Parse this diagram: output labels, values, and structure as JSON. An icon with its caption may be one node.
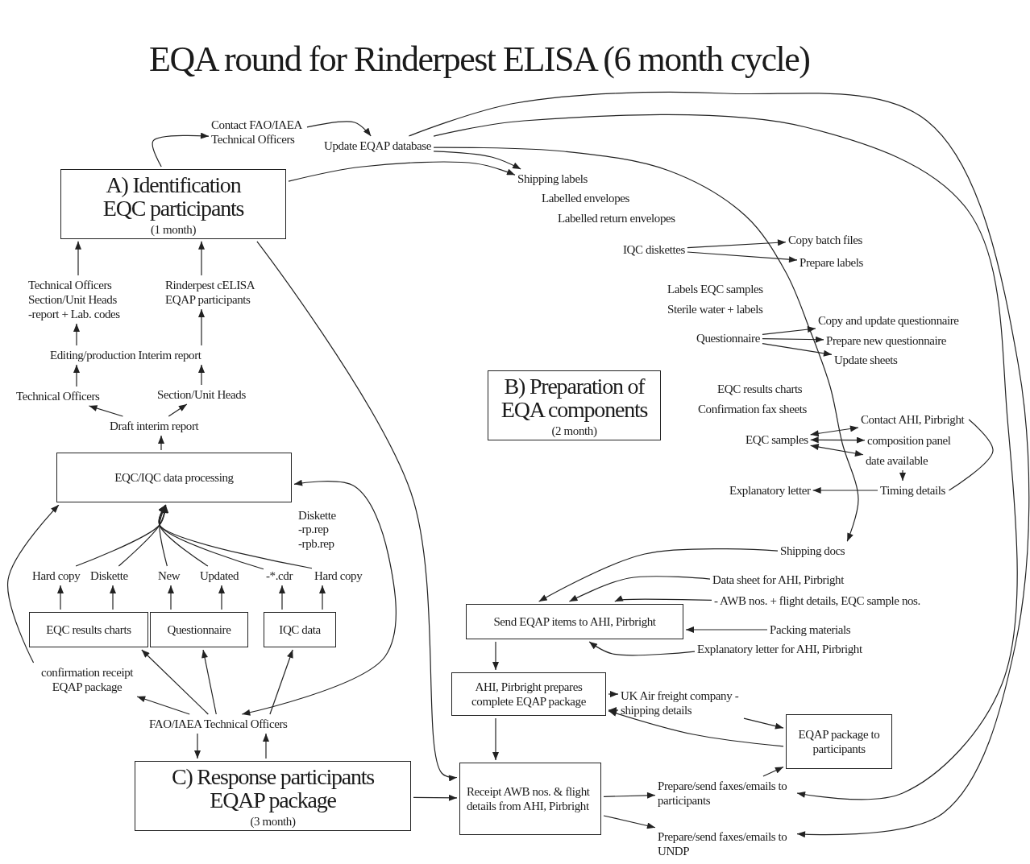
{
  "diagram": {
    "title": "EQA round for Rinderpest ELISA (6 month cycle)",
    "nodes": [
      {
        "text": [
          "A) Identification EQC participants",
          "(1 month)"
        ]
      },
      {
        "text": [
          "Contact FAO/IAEA Technical Officers"
        ]
      },
      {
        "text": [
          "Update EQAP database"
        ]
      },
      {
        "text": [
          "Technical Officers Section/Unit Heads -report + Lab. codes"
        ]
      },
      {
        "text": [
          "Rinderpest cELISA EQAP participants"
        ]
      },
      {
        "text": [
          "Editing/production Interim report"
        ]
      },
      {
        "text": [
          "Technical Officers"
        ]
      },
      {
        "text": [
          "Section/Unit Heads"
        ]
      },
      {
        "text": [
          "Draft interim report"
        ]
      },
      {
        "text": [
          "EQC/IQC data processing"
        ]
      },
      {
        "text": [
          "Hard copy"
        ]
      },
      {
        "text": [
          "Diskette"
        ]
      },
      {
        "text": [
          "New"
        ]
      },
      {
        "text": [
          "Updated"
        ]
      },
      {
        "text": [
          "-*.cdr"
        ]
      },
      {
        "text": [
          "Hard copy"
        ]
      },
      {
        "text": [
          "EQC results charts"
        ]
      },
      {
        "text": [
          "Questionnaire"
        ]
      },
      {
        "text": [
          "IQC data"
        ]
      },
      {
        "text": [
          "confirmation receipt EQAP package"
        ]
      },
      {
        "text": [
          "FAO/IAEA Technical Officers"
        ]
      },
      {
        "text": [
          "C) Response participants EQAP package",
          "(3 month)"
        ]
      },
      {
        "text": [
          "B) Preparation of EQA components",
          "(2 month)"
        ]
      },
      {
        "text": [
          "Shipping labels"
        ]
      },
      {
        "text": [
          "Labelled envelopes"
        ]
      },
      {
        "text": [
          "Labelled return envelopes"
        ]
      },
      {
        "text": [
          "IQC diskettes"
        ]
      },
      {
        "text": [
          "Copy batch files"
        ]
      },
      {
        "text": [
          "Prepare labels"
        ]
      },
      {
        "text": [
          "Labels EQC samples"
        ]
      },
      {
        "text": [
          "Sterile water + labels"
        ]
      },
      {
        "text": [
          "Questionnaire"
        ]
      },
      {
        "text": [
          "Copy and update questionnaire"
        ]
      },
      {
        "text": [
          "Prepare new questionnaire"
        ]
      },
      {
        "text": [
          "Update sheets"
        ]
      },
      {
        "text": [
          "EQC results charts"
        ]
      },
      {
        "text": [
          "Confirmation fax sheets"
        ]
      },
      {
        "text": [
          "EQC samples"
        ]
      },
      {
        "text": [
          "Contact AHI, Pirbright"
        ]
      },
      {
        "text": [
          "composition panel"
        ]
      },
      {
        "text": [
          "date available"
        ]
      },
      {
        "text": [
          "Explanatory letter"
        ]
      },
      {
        "text": [
          "Timing details"
        ]
      },
      {
        "text": [
          "Shipping docs"
        ]
      },
      {
        "text": [
          "Data sheet for AHI, Pirbright"
        ]
      },
      {
        "text": [
          "- AWB nos. + flight details, EQC sample nos."
        ]
      },
      {
        "text": [
          "Send EQAP items to AHI, Pirbright"
        ]
      },
      {
        "text": [
          "Packing materials"
        ]
      },
      {
        "text": [
          "Explanatory letter for AHI, Pirbright"
        ]
      },
      {
        "text": [
          "AHI, Pirbright prepares complete EQAP package"
        ]
      },
      {
        "text": [
          "UK Air freight company - shipping details"
        ]
      },
      {
        "text": [
          "EQAP package to participants"
        ]
      },
      {
        "text": [
          "Receipt AWB nos. & flight details from AHI, Pirbright"
        ]
      },
      {
        "text": [
          "Prepare/send faxes/emails to participants"
        ]
      },
      {
        "text": [
          "Prepare/send faxes/emails to UNDP"
        ]
      }
    ],
    "edges": [
      {
        "from": 0,
        "to": 1,
        "arrow": "to"
      },
      {
        "from": 1,
        "to": 2,
        "arrow": "to"
      },
      {
        "from": 2,
        "to": 23,
        "arrow": "to"
      },
      {
        "from": 2,
        "to": 43,
        "arrow": "to"
      },
      {
        "from": 2,
        "to": 53,
        "arrow": "to"
      },
      {
        "from": 2,
        "to": 54,
        "arrow": "to"
      },
      {
        "from": 0,
        "to": 23,
        "arrow": "to"
      },
      {
        "from": 0,
        "to": 52,
        "arrow": "to"
      },
      {
        "from": 21,
        "to": 52,
        "arrow": "to"
      },
      {
        "from": 19,
        "to": 9,
        "arrow": "to"
      },
      {
        "from": 3,
        "to": 0,
        "arrow": "to"
      },
      {
        "from": 4,
        "to": 0,
        "arrow": "to"
      },
      {
        "from": 5,
        "to": 3,
        "arrow": "to"
      },
      {
        "from": 5,
        "to": 4,
        "arrow": "to"
      },
      {
        "from": 6,
        "to": 5,
        "arrow": "to"
      },
      {
        "from": 7,
        "to": 5,
        "arrow": "to"
      },
      {
        "from": 8,
        "to": 6,
        "arrow": "to"
      },
      {
        "from": 8,
        "to": 7,
        "arrow": "to"
      },
      {
        "from": 9,
        "to": 8,
        "arrow": "to"
      },
      {
        "from": 10,
        "to": 9,
        "arrow": "to"
      },
      {
        "from": 11,
        "to": 9,
        "arrow": "to"
      },
      {
        "from": 12,
        "to": 9,
        "arrow": "to"
      },
      {
        "from": 13,
        "to": 9,
        "arrow": "to"
      },
      {
        "from": 14,
        "to": 9,
        "arrow": "to"
      },
      {
        "from": 15,
        "to": 9,
        "arrow": "to"
      },
      {
        "from": 16,
        "to": 10,
        "arrow": "to"
      },
      {
        "from": 16,
        "to": 11,
        "arrow": "to"
      },
      {
        "from": 17,
        "to": 12,
        "arrow": "to"
      },
      {
        "from": 17,
        "to": 13,
        "arrow": "to"
      },
      {
        "from": 18,
        "to": 14,
        "arrow": "to"
      },
      {
        "from": 18,
        "to": 15,
        "arrow": "to"
      },
      {
        "from": 20,
        "to": 16,
        "arrow": "to"
      },
      {
        "from": 20,
        "to": 17,
        "arrow": "to"
      },
      {
        "from": 20,
        "to": 18,
        "arrow": "to"
      },
      {
        "from": 20,
        "to": 19,
        "arrow": "to"
      },
      {
        "from": 20,
        "to": 21,
        "arrow": "to"
      },
      {
        "from": 21,
        "to": 20,
        "arrow": "to"
      },
      {
        "from": 20,
        "to": 9,
        "arrow": "both",
        "label": "Diskette -rp.rep -rpb.rep"
      },
      {
        "from": 26,
        "to": 27,
        "arrow": "to"
      },
      {
        "from": 26,
        "to": 28,
        "arrow": "to"
      },
      {
        "from": 31,
        "to": 32,
        "arrow": "to"
      },
      {
        "from": 31,
        "to": 33,
        "arrow": "to"
      },
      {
        "from": 31,
        "to": 34,
        "arrow": "to"
      },
      {
        "from": 38,
        "to": 37,
        "arrow": "both"
      },
      {
        "from": 39,
        "to": 37,
        "arrow": "both"
      },
      {
        "from": 40,
        "to": 37,
        "arrow": "both"
      },
      {
        "from": 40,
        "to": 42,
        "arrow": "to"
      },
      {
        "from": 42,
        "to": 41,
        "arrow": "to"
      },
      {
        "from": 38,
        "to": 42,
        "arrow": "none"
      },
      {
        "from": 43,
        "to": 46,
        "arrow": "to"
      },
      {
        "from": 44,
        "to": 46,
        "arrow": "to"
      },
      {
        "from": 45,
        "to": 46,
        "arrow": "to"
      },
      {
        "from": 47,
        "to": 46,
        "arrow": "to"
      },
      {
        "from": 48,
        "to": 46,
        "arrow": "to"
      },
      {
        "from": 46,
        "to": 49,
        "arrow": "to"
      },
      {
        "from": 49,
        "to": 50,
        "arrow": "to"
      },
      {
        "from": 50,
        "to": 49,
        "arrow": "to"
      },
      {
        "from": 50,
        "to": 51,
        "arrow": "to"
      },
      {
        "from": 51,
        "to": 49,
        "arrow": "to"
      },
      {
        "from": 49,
        "to": 52,
        "arrow": "to"
      },
      {
        "from": 52,
        "to": 53,
        "arrow": "to"
      },
      {
        "from": 52,
        "to": 54,
        "arrow": "to"
      },
      {
        "from": 53,
        "to": 51,
        "arrow": "to"
      }
    ]
  }
}
